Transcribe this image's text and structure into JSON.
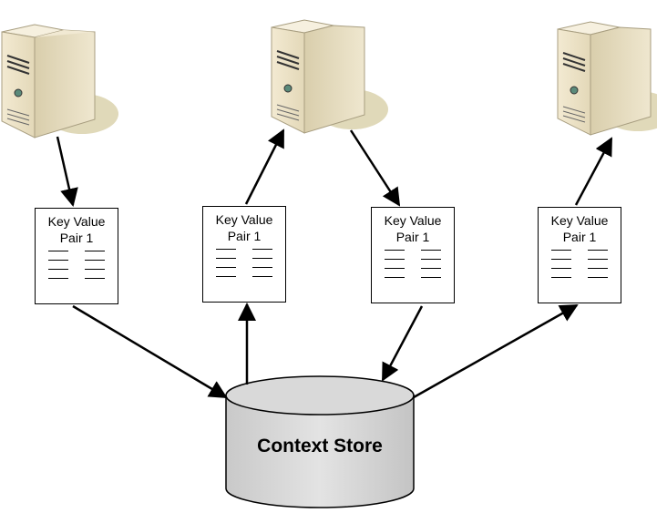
{
  "servers": [
    {
      "id": "server-1"
    },
    {
      "id": "server-2"
    },
    {
      "id": "server-3"
    }
  ],
  "documents": [
    {
      "title": "Key Value\nPair 1"
    },
    {
      "title": "Key Value\nPair 1"
    },
    {
      "title": "Key Value\nPair 1"
    },
    {
      "title": "Key Value\nPair 1"
    }
  ],
  "store": {
    "label": "Context Store"
  },
  "colors": {
    "server_body": "#e9dfc4",
    "server_shadow": "#d8cfa8",
    "cylinder": "#d9d9d9",
    "stroke": "#000000"
  },
  "icons": [
    "server-icon",
    "document-icon",
    "database-icon",
    "arrow-icon"
  ]
}
